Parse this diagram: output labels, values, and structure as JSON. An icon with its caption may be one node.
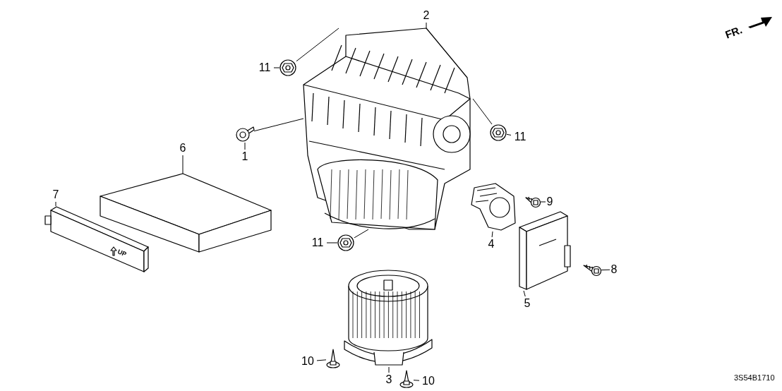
{
  "diagram": {
    "nodes": [
      {
        "text": [
          "2"
        ]
      },
      {
        "text": [
          "11"
        ]
      },
      {
        "text": [
          "11"
        ]
      },
      {
        "text": [
          "1"
        ]
      },
      {
        "text": [
          "6"
        ]
      },
      {
        "text": [
          "7"
        ]
      },
      {
        "text": [
          "9"
        ]
      },
      {
        "text": [
          "4"
        ]
      },
      {
        "text": [
          "11"
        ]
      },
      {
        "text": [
          "8"
        ]
      },
      {
        "text": [
          "5"
        ]
      },
      {
        "text": [
          "10"
        ]
      },
      {
        "text": [
          "3"
        ]
      },
      {
        "text": [
          "10"
        ]
      },
      {
        "text": [],
        "shape": "picture"
      },
      {
        "text": [],
        "shape": "picture"
      },
      {
        "text": [],
        "shape": "picture"
      },
      {
        "text": [],
        "shape": "picture"
      },
      {
        "text": [],
        "shape": "picture"
      },
      {
        "text": [],
        "shape": "picture"
      },
      {
        "text": [],
        "shape": "picture"
      },
      {
        "text": [],
        "shape": "picture"
      },
      {
        "text": [],
        "shape": "picture"
      },
      {
        "text": [],
        "shape": "picture"
      },
      {
        "text": [],
        "shape": "picture"
      },
      {
        "text": [],
        "shape": "picture"
      },
      {
        "text": [],
        "shape": "picture"
      },
      {
        "text": [],
        "shape": "picture"
      }
    ],
    "edges": [
      {
        "from": 0,
        "to": 14,
        "arrow": "none"
      },
      {
        "from": 1,
        "to": 15,
        "arrow": "none"
      },
      {
        "from": 2,
        "to": 16,
        "arrow": "none"
      },
      {
        "from": 3,
        "to": 17,
        "arrow": "none"
      },
      {
        "from": 4,
        "to": 18,
        "arrow": "none"
      },
      {
        "from": 5,
        "to": 19,
        "arrow": "none"
      },
      {
        "from": 6,
        "to": 20,
        "arrow": "none"
      },
      {
        "from": 7,
        "to": 21,
        "arrow": "none"
      },
      {
        "from": 8,
        "to": 22,
        "arrow": "none"
      },
      {
        "from": 9,
        "to": 23,
        "arrow": "none"
      },
      {
        "from": 10,
        "to": 24,
        "arrow": "none"
      },
      {
        "from": 11,
        "to": 26,
        "arrow": "none"
      },
      {
        "from": 12,
        "to": 25,
        "arrow": "none"
      },
      {
        "from": 13,
        "to": 27,
        "arrow": "none"
      },
      {
        "from": 15,
        "to": 14,
        "arrow": "none"
      },
      {
        "from": 16,
        "to": 14,
        "arrow": "none"
      },
      {
        "from": 17,
        "to": 14,
        "arrow": "none"
      },
      {
        "from": 22,
        "to": 14,
        "arrow": "none"
      }
    ],
    "labels": [
      "FR.",
      "UP",
      "3S54B1710"
    ]
  }
}
